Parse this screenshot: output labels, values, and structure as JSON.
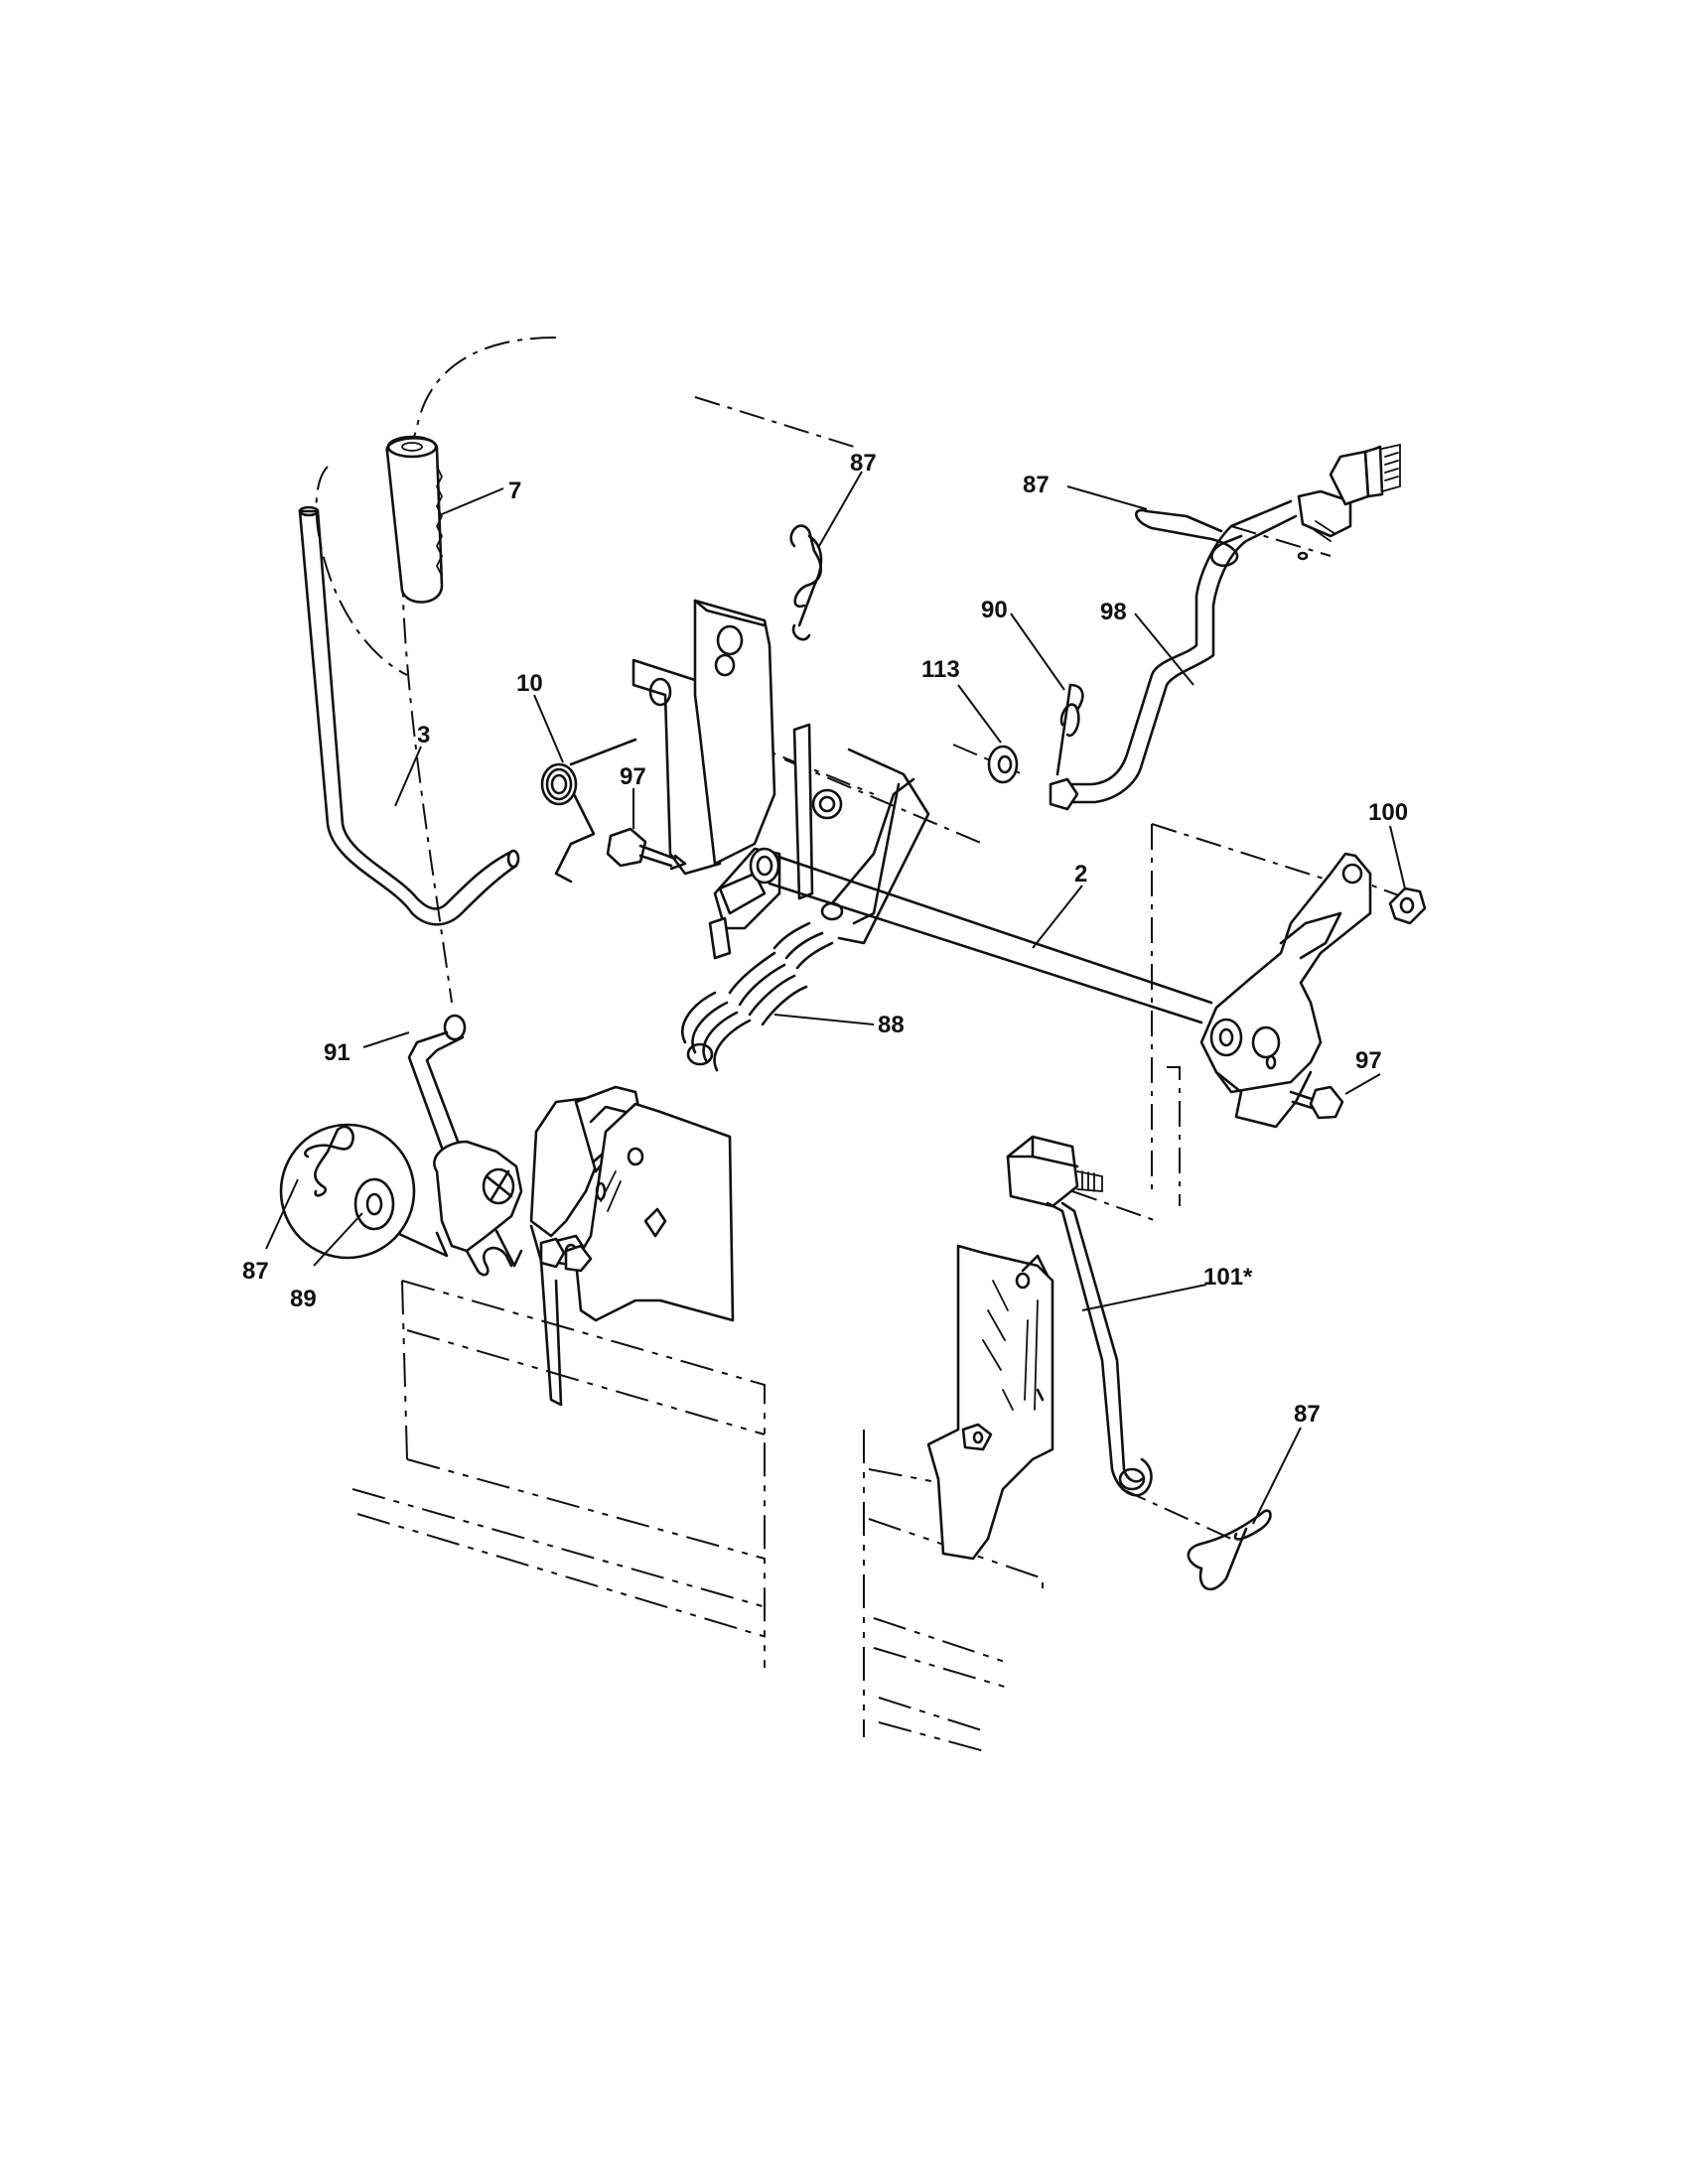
{
  "callouts": [
    {
      "id": "c-7",
      "label": "7"
    },
    {
      "id": "c-87a",
      "label": "87"
    },
    {
      "id": "c-87b",
      "label": "87"
    },
    {
      "id": "c-90",
      "label": "90"
    },
    {
      "id": "c-98",
      "label": "98"
    },
    {
      "id": "c-113",
      "label": "113"
    },
    {
      "id": "c-10",
      "label": "10"
    },
    {
      "id": "c-3",
      "label": "3"
    },
    {
      "id": "c-97a",
      "label": "97"
    },
    {
      "id": "c-100",
      "label": "100"
    },
    {
      "id": "c-2",
      "label": "2"
    },
    {
      "id": "c-88",
      "label": "88"
    },
    {
      "id": "c-91",
      "label": "91"
    },
    {
      "id": "c-97b",
      "label": "97"
    },
    {
      "id": "c-87c",
      "label": "87"
    },
    {
      "id": "c-89",
      "label": "89"
    },
    {
      "id": "c-101",
      "label": "101*"
    },
    {
      "id": "c-87d",
      "label": "87"
    }
  ]
}
